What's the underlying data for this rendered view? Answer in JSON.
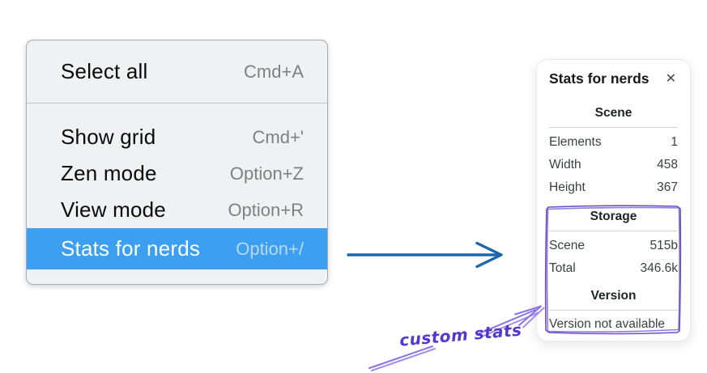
{
  "context_menu": {
    "items": [
      {
        "label": "Select all",
        "shortcut": "Cmd+A",
        "selected": false
      },
      {
        "label": "Show grid",
        "shortcut": "Cmd+'",
        "selected": false
      },
      {
        "label": "Zen mode",
        "shortcut": "Option+Z",
        "selected": false
      },
      {
        "label": "View mode",
        "shortcut": "Option+R",
        "selected": false
      },
      {
        "label": "Stats for nerds",
        "shortcut": "Option+/",
        "selected": true
      }
    ]
  },
  "stats_panel": {
    "title": "Stats for nerds",
    "close_icon": "✕",
    "sections": [
      {
        "title": "Scene",
        "rows": [
          {
            "label": "Elements",
            "value": "1"
          },
          {
            "label": "Width",
            "value": "458"
          },
          {
            "label": "Height",
            "value": "367"
          }
        ]
      },
      {
        "title": "Storage",
        "rows": [
          {
            "label": "Scene",
            "value": "515b"
          },
          {
            "label": "Total",
            "value": "346.6k"
          }
        ]
      },
      {
        "title": "Version",
        "note": "Version not available"
      }
    ]
  },
  "annotation": {
    "label": "custom stats"
  },
  "colors": {
    "menu_background": "#f0f1f2",
    "menu_highlight": "#3d9ff0",
    "menu_highlight_text": "#ffffff",
    "menu_shortcut": "#7e8083",
    "flow_arrow_blue": "#1e66ac",
    "annotation_purple_box": "#6b50cc",
    "annotation_purple_arrow": "#8a73e3",
    "annotation_text_purple": "#5238cd"
  }
}
